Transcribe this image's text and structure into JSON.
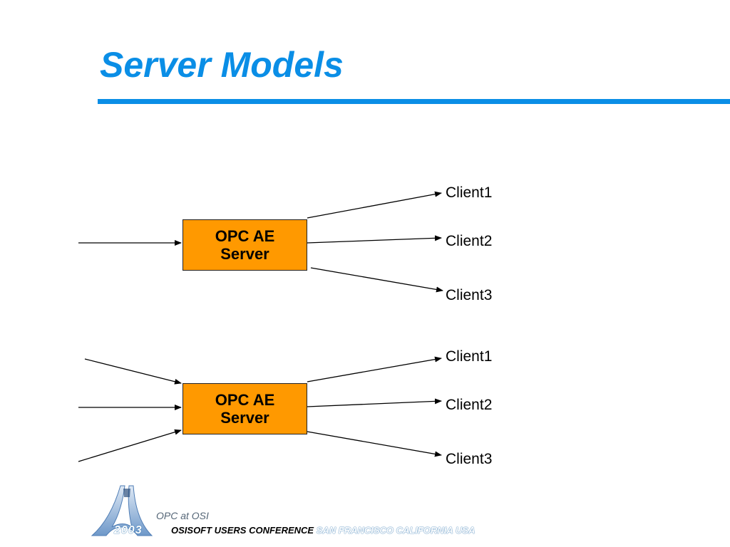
{
  "slide": {
    "title": "Server Models",
    "accent_color": "#0a8ee6"
  },
  "models": [
    {
      "server_line1": "OPC AE",
      "server_line2": "Server",
      "inputs": 1,
      "clients": [
        "Client1",
        "Client2",
        "Client3"
      ]
    },
    {
      "server_line1": "OPC AE",
      "server_line2": "Server",
      "inputs": 3,
      "clients": [
        "Client1",
        "Client2",
        "Client3"
      ]
    }
  ],
  "colors": {
    "server_fill": "#ff9900",
    "arrow": "#000000"
  },
  "footer": {
    "caption": "OPC at OSI",
    "year": "2003",
    "conference": "OSISOFT USERS CONFERENCE",
    "location": "SAN FRANCISCO CALIFORNIA USA",
    "logo_icon": "arch-logo-icon"
  }
}
